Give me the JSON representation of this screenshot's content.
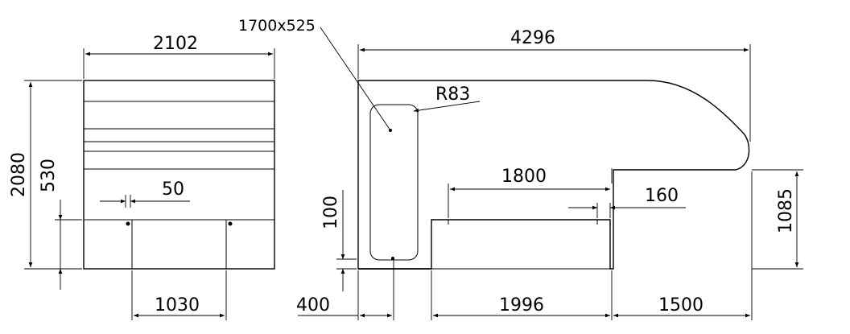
{
  "front_view": {
    "width": "2102",
    "height": "2080",
    "leg_height": "530",
    "post_thickness": "50",
    "leg_spacing": "1030"
  },
  "side_view": {
    "overall_length": "4296",
    "panel_size": "1700x525",
    "corner_radius": "R83",
    "platform_width": "1800",
    "platform_offset": "160",
    "base_clearance": "100",
    "step_height": "1085",
    "left_offset": "400",
    "platform_length": "1996",
    "step_length": "1500"
  }
}
